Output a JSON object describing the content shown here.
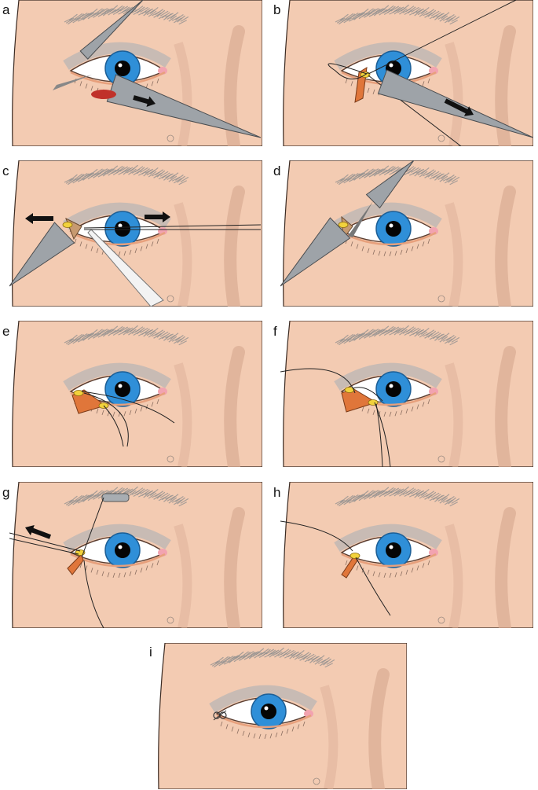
{
  "panels": [
    {
      "id": "a",
      "label": "a"
    },
    {
      "id": "b",
      "label": "b"
    },
    {
      "id": "c",
      "label": "c"
    },
    {
      "id": "d",
      "label": "d"
    },
    {
      "id": "e",
      "label": "e"
    },
    {
      "id": "f",
      "label": "f"
    },
    {
      "id": "g",
      "label": "g"
    },
    {
      "id": "h",
      "label": "h"
    },
    {
      "id": "i",
      "label": "i"
    }
  ],
  "colors": {
    "skin": "#f3cbb2",
    "skin_edge": "#3a2a22",
    "iris": "#2f8fd8",
    "pupil": "#050505",
    "sclera": "#ffffff",
    "brow": "#8e8e8e",
    "lid_shadow": "#bdb6b4",
    "tarsal_strip": "#e0763a",
    "suture_mark": "#f2d23c",
    "instrument": "#9ea3a8",
    "arrow": "#111111"
  }
}
